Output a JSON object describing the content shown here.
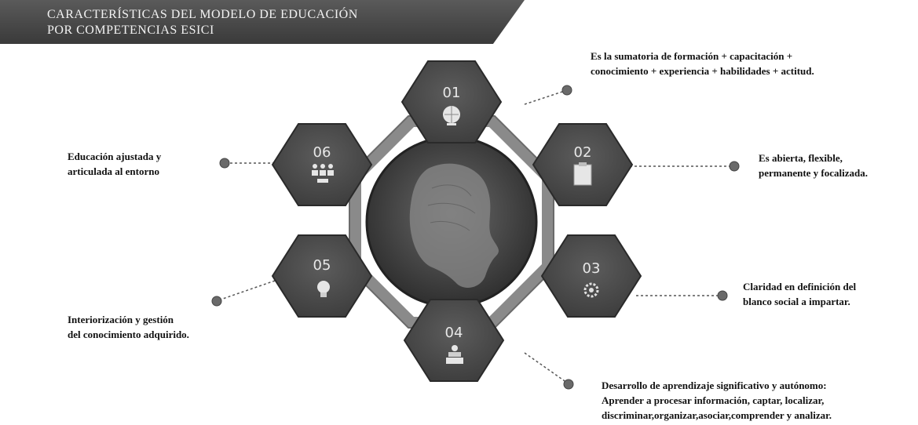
{
  "title": {
    "line1": "CARACTERÍSTICAS DEL MODELO DE EDUCACIÓN",
    "line2": "POR COMPETENCIAS ESICI"
  },
  "hexagons": [
    {
      "number": "01",
      "icon": "globe-icon"
    },
    {
      "number": "02",
      "icon": "clipboard-icon"
    },
    {
      "number": "03",
      "icon": "gear-icon"
    },
    {
      "number": "04",
      "icon": "books-icon"
    },
    {
      "number": "05",
      "icon": "lightbulb-icon"
    },
    {
      "number": "06",
      "icon": "people-icon"
    }
  ],
  "center": {
    "icon": "head-profile-icon"
  },
  "notes": {
    "n01": {
      "line1": "Es la sumatoria de formación + capacitación +",
      "line2": "conocimiento + experiencia + habilidades + actitud."
    },
    "n02": {
      "line1": "Es abierta, flexible,",
      "line2": "permanente y focalizada."
    },
    "n03": {
      "line1": "Claridad en definición del",
      "line2": "blanco social a impartar."
    },
    "n04": {
      "line1": "Desarrollo de aprendizaje significativo y autónomo:",
      "line2": "Aprender a procesar información, captar, localizar,",
      "line3": "discriminar,organizar,asociar,comprender y analizar."
    },
    "n05": {
      "line1": "Interiorización y gestión",
      "line2": "del conocimiento adquirido."
    },
    "n06": {
      "line1": "Educación ajustada y",
      "line2": "articulada al entorno"
    }
  },
  "colors": {
    "hex_fill": "#4a4a4a",
    "ring": "#7a7a7a",
    "connector": "#555555"
  }
}
